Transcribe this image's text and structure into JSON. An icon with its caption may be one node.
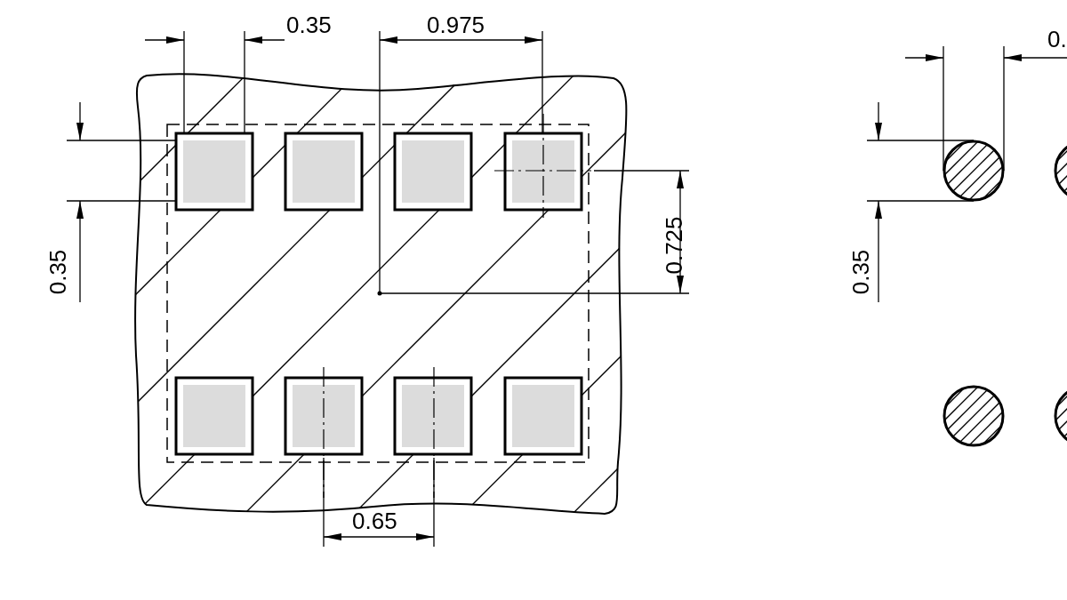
{
  "diagram": {
    "labels": [
      "0.35",
      "0.975",
      "0.",
      "0.725",
      "0.35",
      "0.35",
      "0.65"
    ]
  }
}
